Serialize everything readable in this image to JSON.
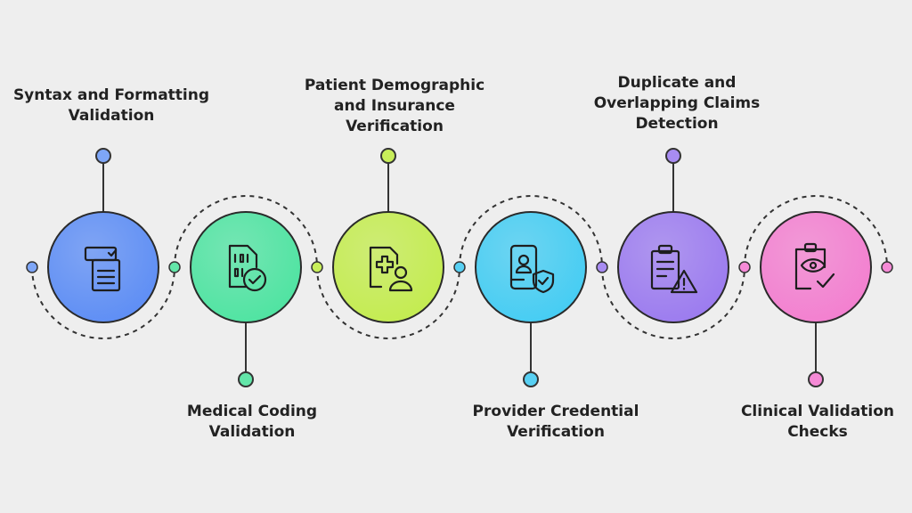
{
  "steps": [
    {
      "lines": [
        "Syntax and Formatting",
        "Validation"
      ],
      "icon": "form-check-icon",
      "color": "#5b8cf5",
      "dot_color": "#7ea6f7"
    },
    {
      "lines": [
        "Medical Coding",
        "Validation"
      ],
      "icon": "binary-document-check-icon",
      "color": "#4ce3a0",
      "dot_color": "#63e6a9"
    },
    {
      "lines": [
        "Patient Demographic",
        "and Insurance",
        "Verification"
      ],
      "icon": "medical-document-user-icon",
      "color": "#c3ec4d",
      "dot_color": "#c8ee5a"
    },
    {
      "lines": [
        "Provider Credential",
        "Verification"
      ],
      "icon": "id-badge-shield-icon",
      "color": "#42ccf3",
      "dot_color": "#58d0f3"
    },
    {
      "lines": [
        "Duplicate and",
        "Overlapping Claims",
        "Detection"
      ],
      "icon": "clipboard-warning-icon",
      "color": "#9a79ef",
      "dot_color": "#a88cf2"
    },
    {
      "lines": [
        "Clinical Validation",
        "Checks"
      ],
      "icon": "clipboard-eye-check-icon",
      "color": "#f37dcf",
      "dot_color": "#f58ad6"
    }
  ]
}
